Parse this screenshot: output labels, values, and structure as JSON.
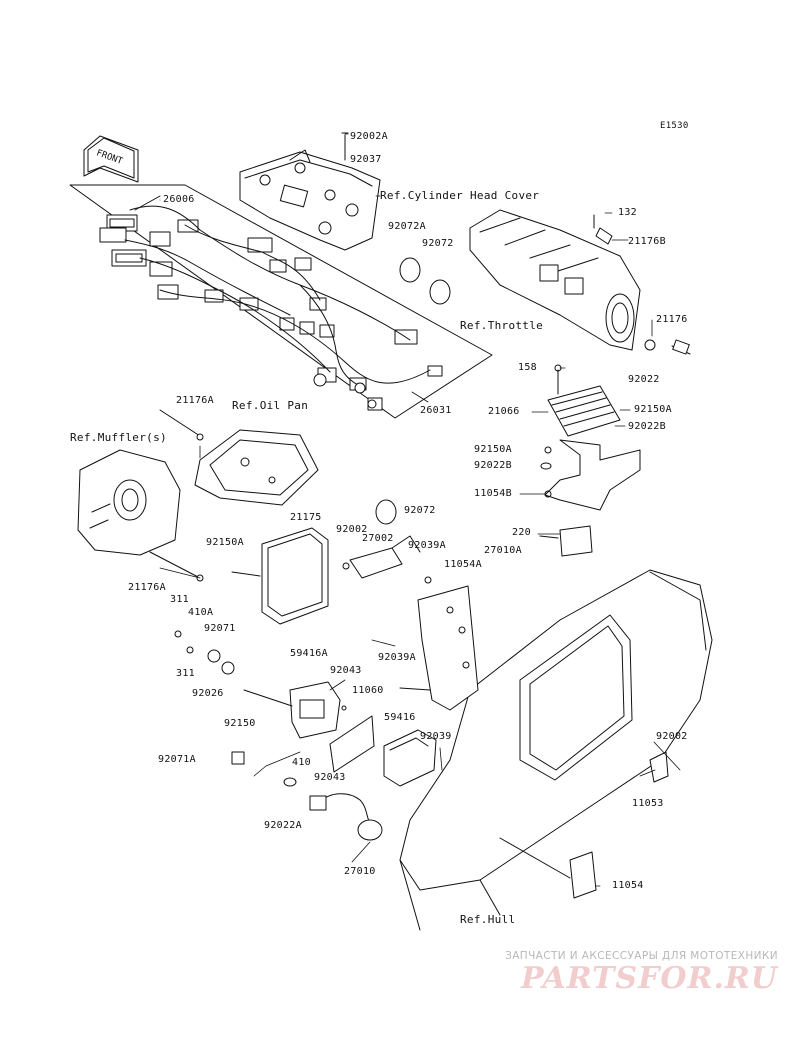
{
  "diagram": {
    "code": "E1530",
    "front_tag": "FRONT",
    "references": {
      "cylinder_head_cover": "Ref.Cylinder Head Cover",
      "throttle": "Ref.Throttle",
      "oil_pan": "Ref.Oil Pan",
      "mufflers": "Ref.Muffler(s)",
      "hull": "Ref.Hull"
    },
    "parts": {
      "p92002A": "92002A",
      "p92037": "92037",
      "p26006": "26006",
      "p132": "132",
      "p21176B": "21176B",
      "p92072A": "92072A",
      "p92072_top": "92072",
      "p21176_right": "21176",
      "p92022": "92022",
      "p26031": "26031",
      "p158": "158",
      "p21066": "21066",
      "p92150A_right": "92150A",
      "p92022B_right": "92022B",
      "p21176A_top": "21176A",
      "p92150A_mid": "92150A",
      "p92022B_mid": "92022B",
      "p11054B": "11054B",
      "p92072_mid": "92072",
      "p220": "220",
      "p27010A": "27010A",
      "p21175": "21175",
      "p92002_mid": "92002",
      "p27002": "27002",
      "p92039A_top": "92039A",
      "p92150A_left": "92150A",
      "p11054A": "11054A",
      "p21176A_bottom": "21176A",
      "p311_top": "311",
      "p410A": "410A",
      "p92071": "92071",
      "p311_bottom": "311",
      "p59416A": "59416A",
      "p92039A_mid": "92039A",
      "p92043_top": "92043",
      "p11060": "11060",
      "p92026": "92026",
      "p92150": "92150",
      "p59416": "59416",
      "p92039": "92039",
      "p92002_right": "92002",
      "p92071A": "92071A",
      "p410": "410",
      "p92043_bottom": "92043",
      "p11053": "11053",
      "p92022A": "92022A",
      "p27010": "27010",
      "p11054": "11054"
    }
  },
  "watermark": {
    "tagline": "ЗАПЧАСТИ И АКСЕССУАРЫ ДЛЯ МОТОТЕХНИКИ",
    "logo": "PARTSFOR.RU",
    "color": "#e7a5a5"
  }
}
